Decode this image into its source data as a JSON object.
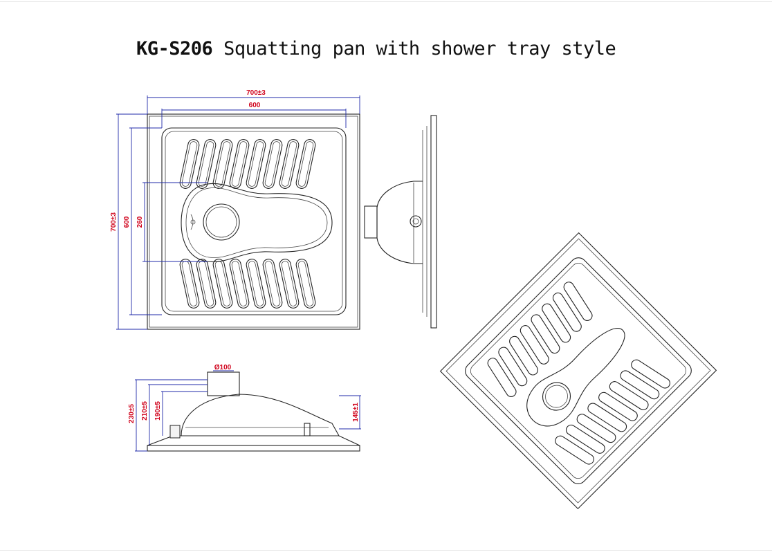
{
  "title": {
    "code": "KG-S206",
    "description": "Squatting pan with shower tray style"
  },
  "top_view": {
    "dims": {
      "overall_width": "700±3",
      "inner_width": "600",
      "overall_height": "700±3",
      "inner_height": "600",
      "pan_depth": "260"
    }
  },
  "section_view": {
    "dims": {
      "outlet_diameter": "Ø100",
      "total_height": "230±5",
      "height_2": "210±5",
      "height_3": "190±5",
      "rim_height": "145±1"
    }
  },
  "colors": {
    "dimension_text": "#d0021b",
    "dimension_line": "#1f2aa8",
    "outline": "#222222"
  }
}
